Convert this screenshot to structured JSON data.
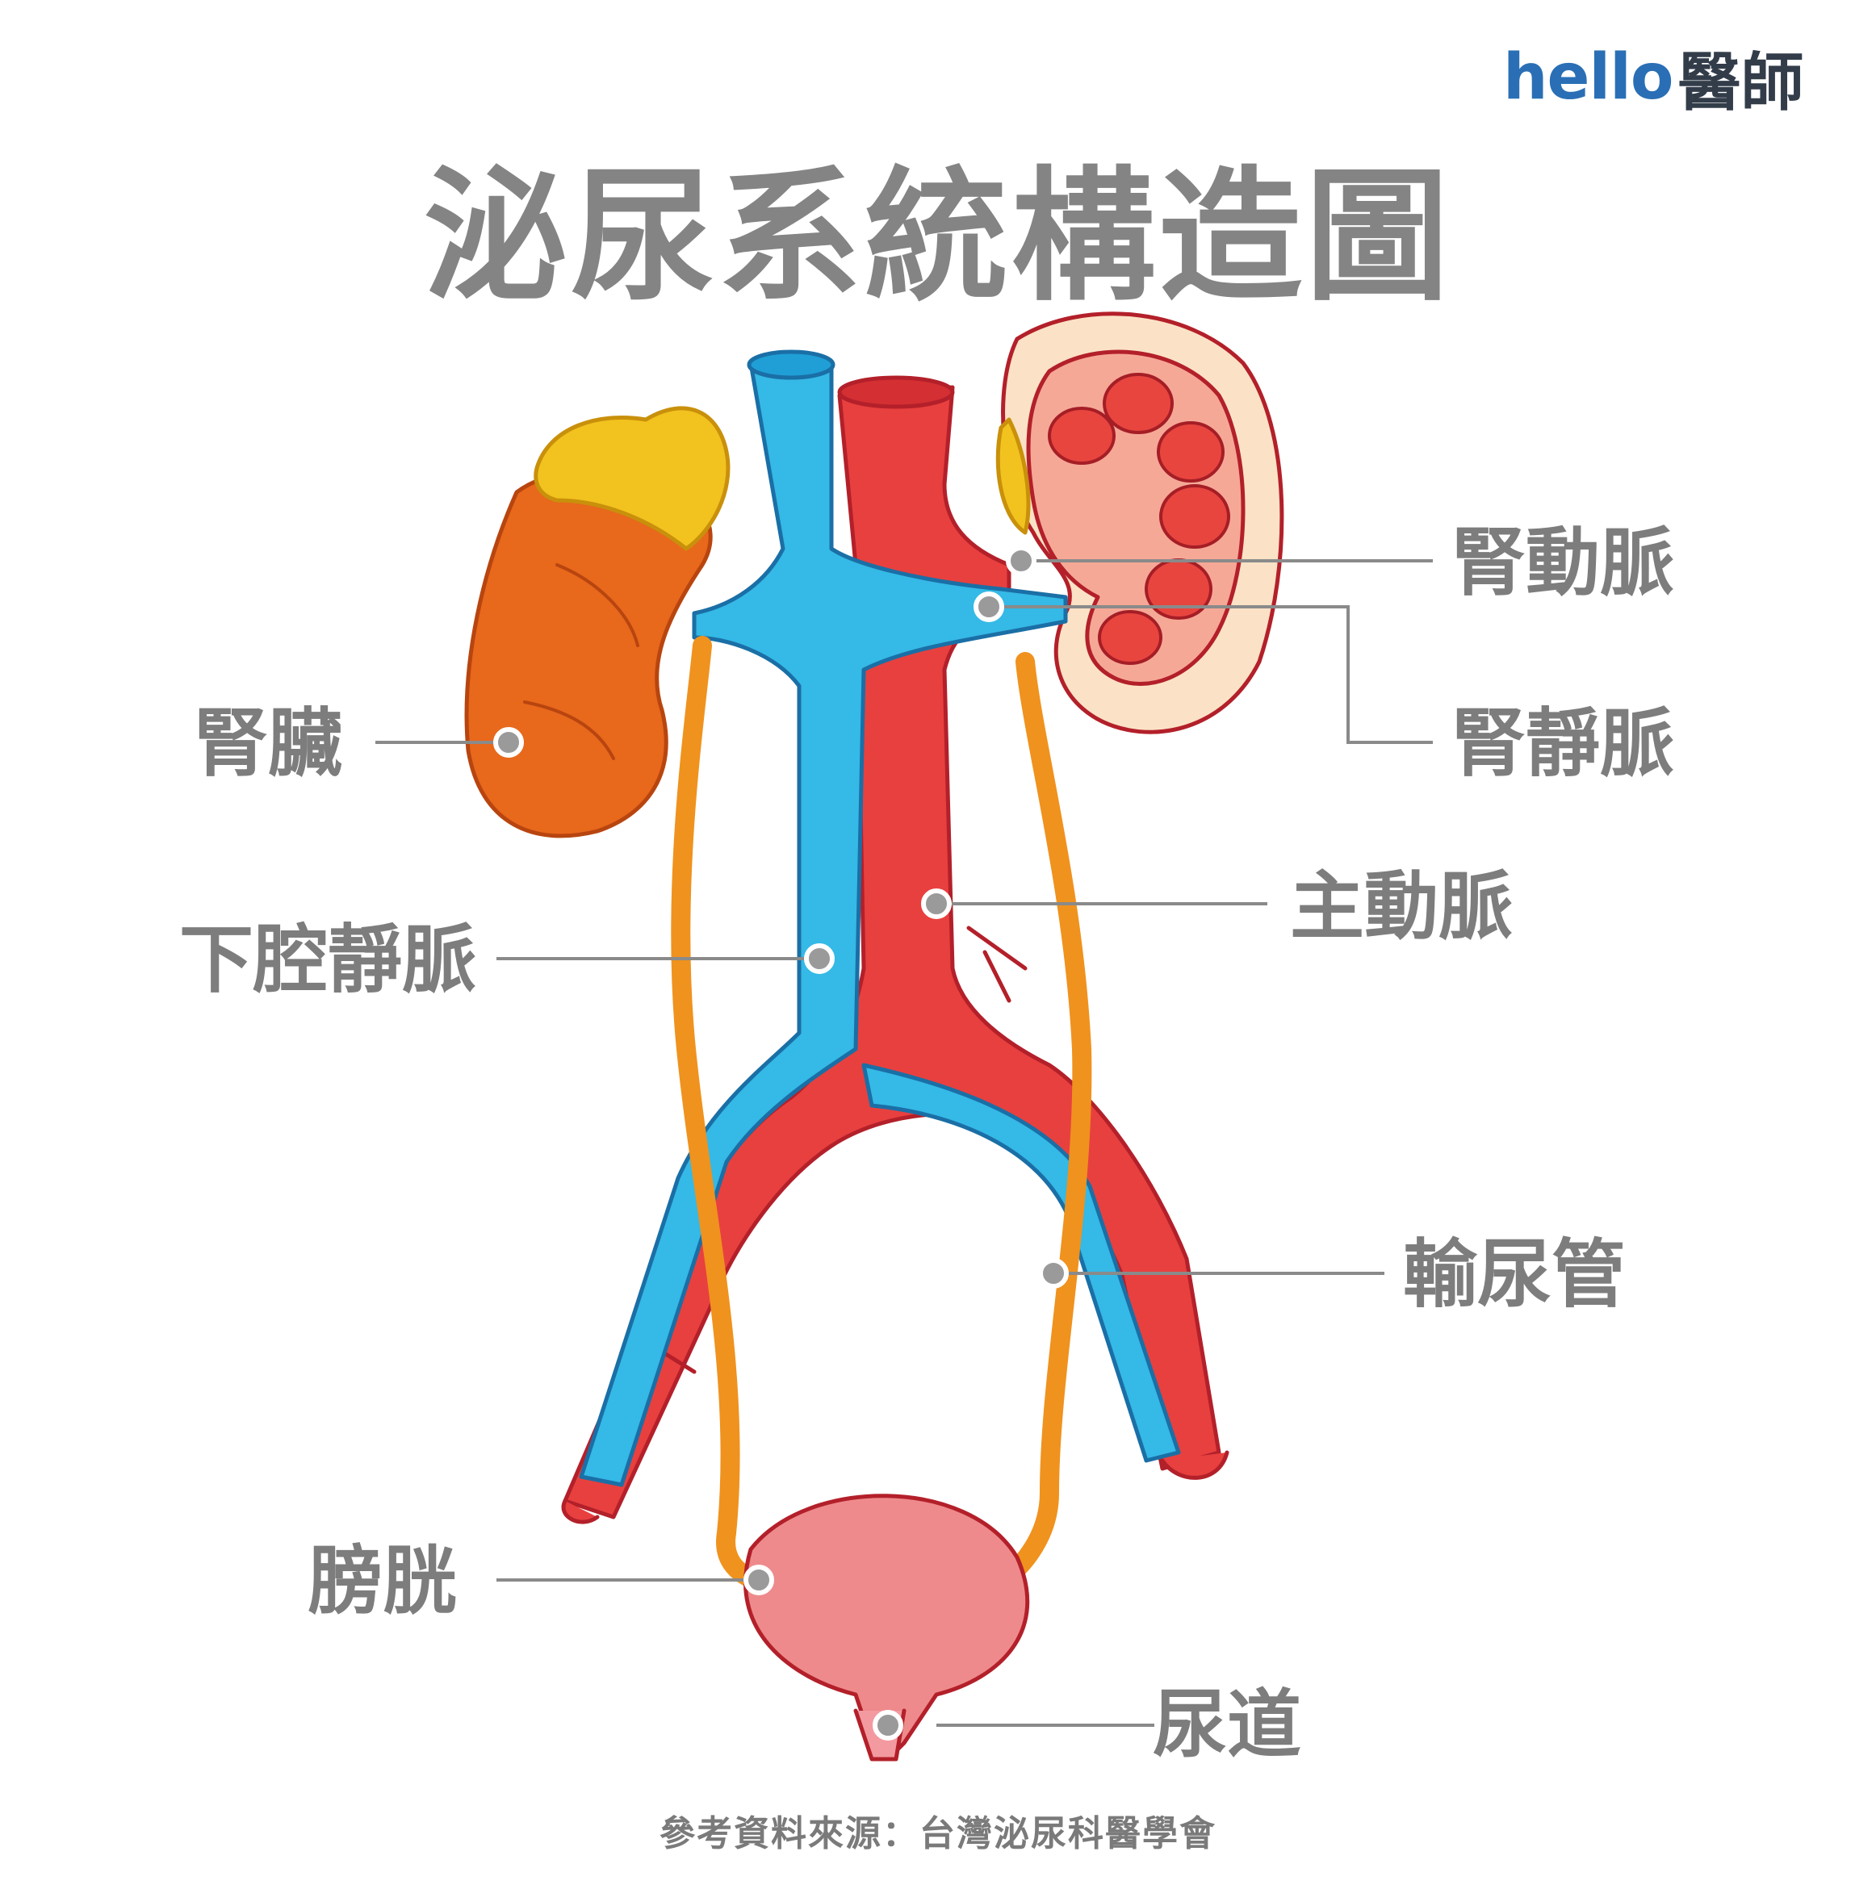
{
  "logo": {
    "hello": "hello",
    "brand": "醫師"
  },
  "title": "泌尿系統構造圖",
  "labels": {
    "renal_artery": "腎動脈",
    "renal_vein": "腎靜脈",
    "kidney": "腎臟",
    "aorta": "主動脈",
    "inferior_vena_cava": "下腔靜脈",
    "ureter": "輸尿管",
    "bladder": "膀胱",
    "urethra": "尿道"
  },
  "source": "參考資料來源：台灣泌尿科醫學會",
  "colors": {
    "artery_red": "#e8403f",
    "vein_blue": "#35b9e6",
    "kidney_orange": "#e8681c",
    "adrenal_yellow": "#f2c21f",
    "ureter_orange": "#f0921e",
    "bladder_pink": "#ee8a8c",
    "leader_gray": "#8a8a8a",
    "text_gray": "#7d7d7d"
  }
}
